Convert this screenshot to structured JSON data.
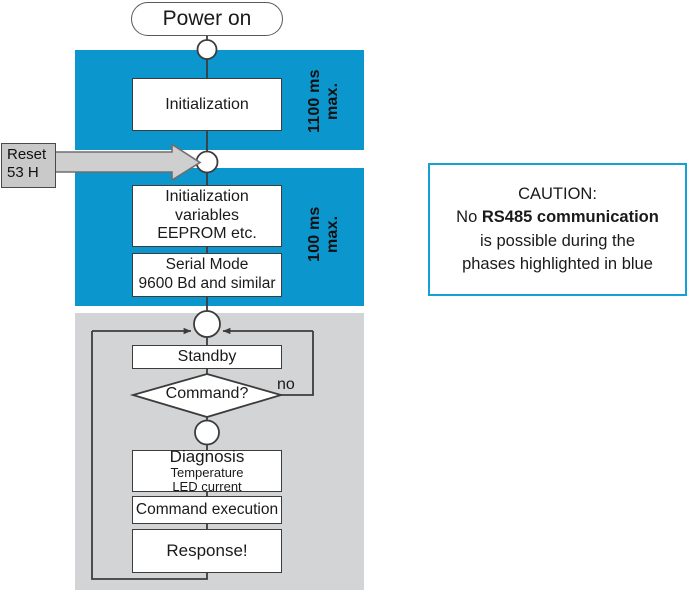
{
  "diagram": {
    "title_node": {
      "label": "Power on"
    },
    "phases": [
      {
        "id": "phase-init",
        "side_label": "1100 ms\nmax.",
        "color": "#0b96ce"
      },
      {
        "id": "phase-vars",
        "side_label": "100 ms\nmax.",
        "color": "#0b96ce"
      },
      {
        "id": "phase-loop",
        "side_label": "",
        "color": "#d2d4d6"
      }
    ],
    "external": {
      "reset": {
        "line1": "Reset",
        "line2": "53 H"
      }
    },
    "nodes": [
      {
        "id": "initialization",
        "label": "Initialization"
      },
      {
        "id": "init-variables",
        "line1": "Initialization",
        "line2": "variables",
        "line3": "EEPROM etc."
      },
      {
        "id": "serial-mode",
        "line1": "Serial Mode",
        "line2": "9600 Bd and similar"
      },
      {
        "id": "standby",
        "label": "Standby"
      },
      {
        "id": "command-decision",
        "label": "Command?"
      },
      {
        "id": "diagnosis",
        "line1": "Diagnosis",
        "line2": "Temperature",
        "line3": "LED current"
      },
      {
        "id": "command-execution",
        "label": "Command execution"
      },
      {
        "id": "response",
        "label": "Response!"
      }
    ],
    "edge_labels": {
      "no": "no"
    }
  },
  "caution": {
    "heading": "CAUTION:",
    "line2_prefix": "No ",
    "line2_bold": "RS485 communication",
    "line3": "is possible during the",
    "line4": "phases highlighted in blue",
    "border_color": "#16a0d8"
  }
}
